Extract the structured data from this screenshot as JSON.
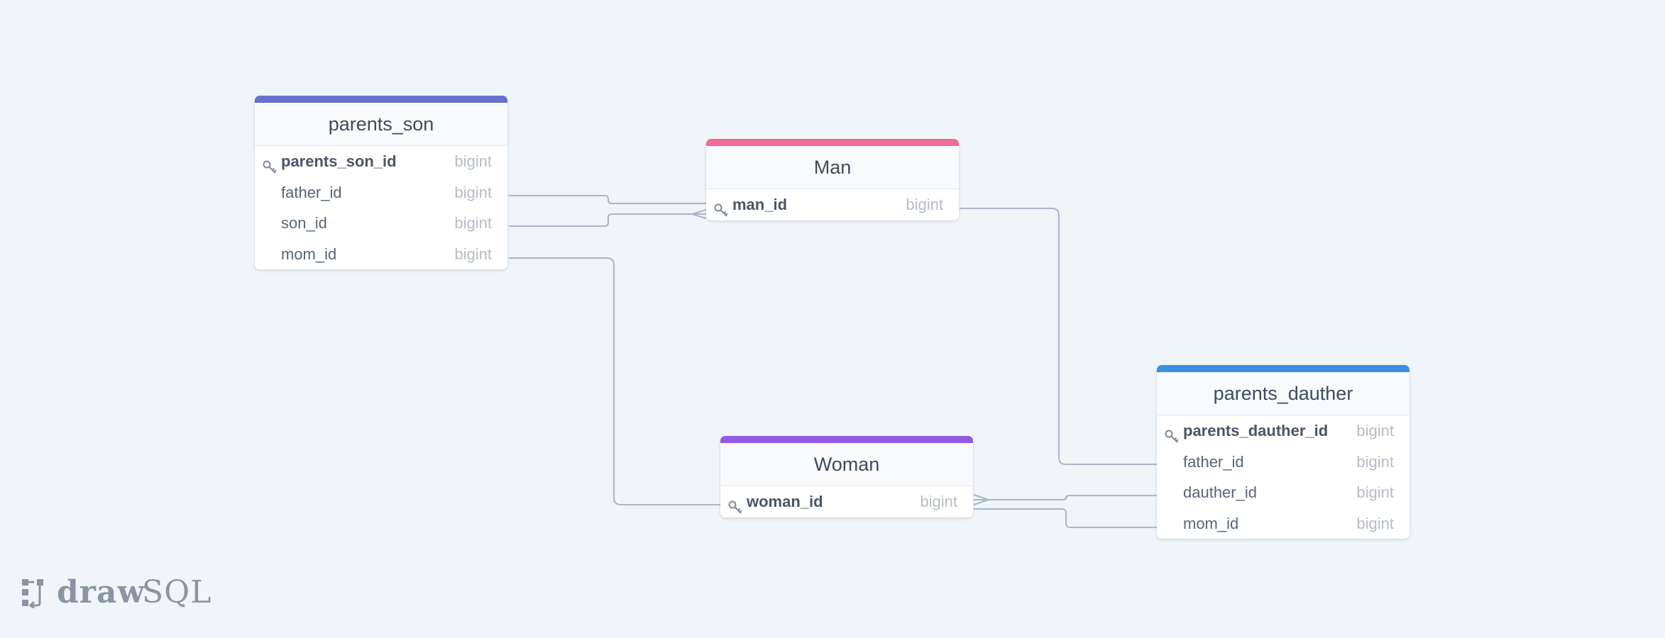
{
  "colors": {
    "background": "#f0f5f9",
    "connector": "#a9b6c6",
    "parents_son": "#6770cf",
    "man": "#f06b95",
    "woman": "#9259e2",
    "parents_dauther": "#3b8fde"
  },
  "tables": {
    "parents_son": {
      "title": "parents_son",
      "rows": [
        {
          "name": "parents_son_id",
          "type": "bigint",
          "primary": true
        },
        {
          "name": "father_id",
          "type": "bigint",
          "primary": false
        },
        {
          "name": "son_id",
          "type": "bigint",
          "primary": false
        },
        {
          "name": "mom_id",
          "type": "bigint",
          "primary": false
        }
      ]
    },
    "man": {
      "title": "Man",
      "rows": [
        {
          "name": "man_id",
          "type": "bigint",
          "primary": true
        }
      ]
    },
    "woman": {
      "title": "Woman",
      "rows": [
        {
          "name": "woman_id",
          "type": "bigint",
          "primary": true
        }
      ]
    },
    "parents_dauther": {
      "title": "parents_dauther",
      "rows": [
        {
          "name": "parents_dauther_id",
          "type": "bigint",
          "primary": true
        },
        {
          "name": "father_id",
          "type": "bigint",
          "primary": false
        },
        {
          "name": "dauther_id",
          "type": "bigint",
          "primary": false
        },
        {
          "name": "mom_id",
          "type": "bigint",
          "primary": false
        }
      ]
    }
  },
  "relations": [
    {
      "from": "parents_son.father_id",
      "to": "man.man_id"
    },
    {
      "from": "parents_son.son_id",
      "to": "man.man_id"
    },
    {
      "from": "parents_son.mom_id",
      "to": "woman.woman_id"
    },
    {
      "from": "parents_dauther.father_id",
      "to": "man.man_id"
    },
    {
      "from": "parents_dauther.dauther_id",
      "to": "woman.woman_id"
    },
    {
      "from": "parents_dauther.mom_id",
      "to": "woman.woman_id"
    }
  ],
  "logo": {
    "part1": "draw",
    "part2": "SQL",
    "icon": "drawsql-logo-icon"
  }
}
